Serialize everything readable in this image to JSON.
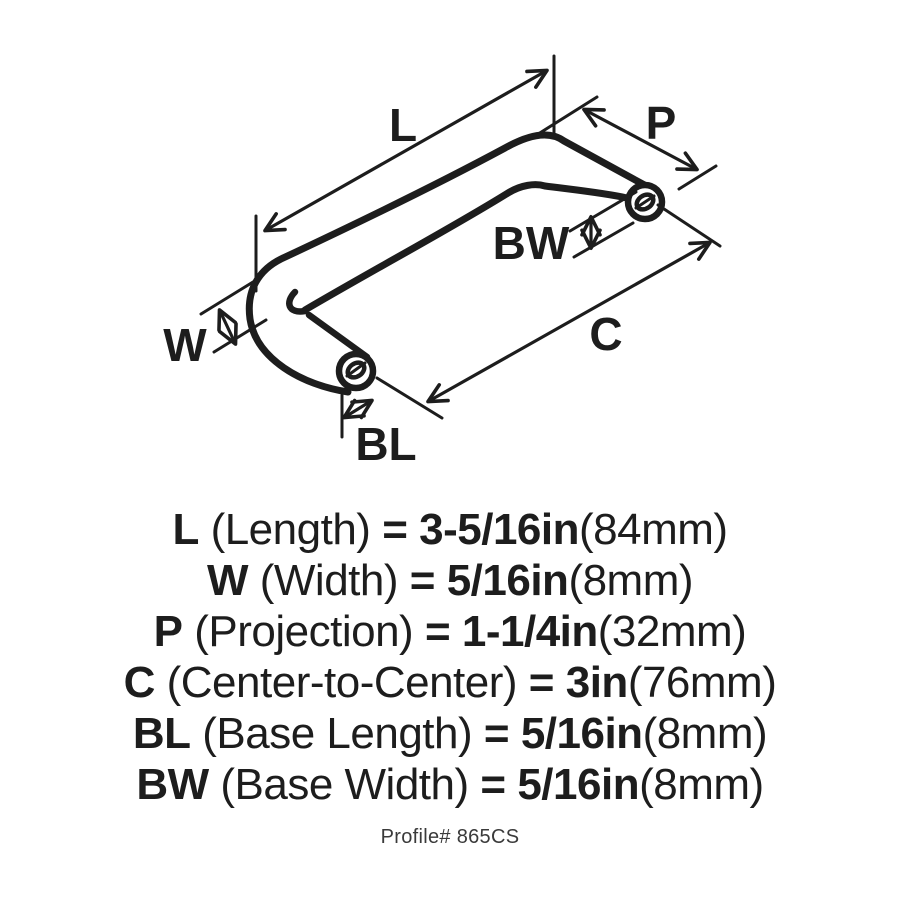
{
  "colors": {
    "ink": "#1d1d1d",
    "muted": "#3a3a3a",
    "background": "#ffffff"
  },
  "diagram": {
    "type": "isometric line drawing of wire cabinet pull handle with dimension callouts",
    "dim_labels": {
      "length": "L",
      "projection": "P",
      "base_width": "BW",
      "center_to_center": "C",
      "width": "W",
      "base_length": "BL"
    }
  },
  "legend": {
    "rows": [
      {
        "abbr": "L",
        "name": "(Length)",
        "eq": "=",
        "value": "3-5/16in",
        "metric": "(84mm)"
      },
      {
        "abbr": "W",
        "name": "(Width)",
        "eq": "=",
        "value": "5/16in",
        "metric": "(8mm)"
      },
      {
        "abbr": "P",
        "name": "(Projection)",
        "eq": "=",
        "value": "1-1/4in",
        "metric": "(32mm)"
      },
      {
        "abbr": "C",
        "name": "(Center-to-Center)",
        "eq": "=",
        "value": "3in",
        "metric": "(76mm)"
      },
      {
        "abbr": "BL",
        "name": "(Base Length)",
        "eq": "=",
        "value": "5/16in",
        "metric": "(8mm)"
      },
      {
        "abbr": "BW",
        "name": "(Base Width)",
        "eq": "=",
        "value": "5/16in",
        "metric": "(8mm)"
      }
    ],
    "profile": "Profile# 865CS"
  }
}
